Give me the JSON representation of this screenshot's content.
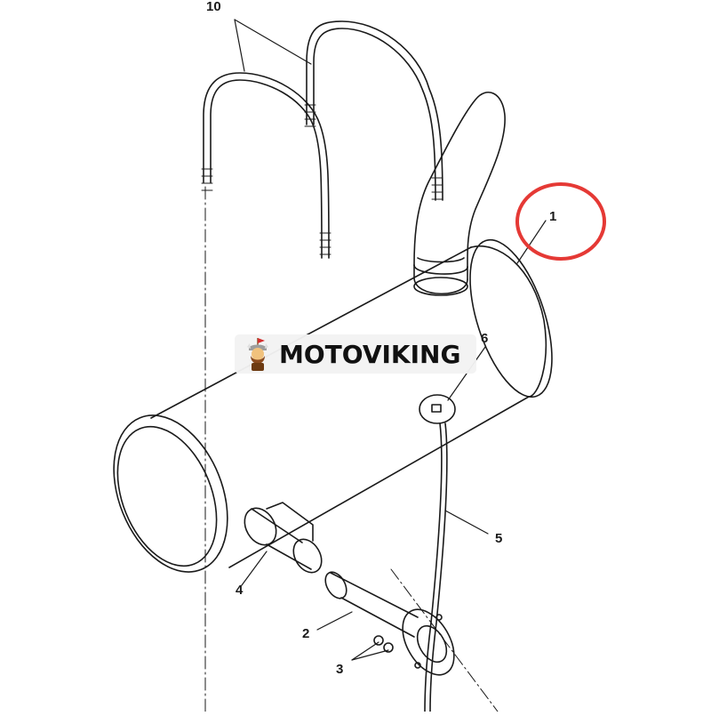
{
  "callouts": {
    "c1": "1",
    "c2": "2",
    "c3": "3",
    "c4": "4",
    "c5": "5",
    "c6": "6",
    "c10": "10"
  },
  "highlight": {
    "target": "1",
    "color": "#e53935"
  },
  "watermark": {
    "text": "MOTOVIKING",
    "icon": "viking-mascot-icon"
  },
  "colors": {
    "line": "#1a1a1a",
    "background": "#ffffff"
  }
}
